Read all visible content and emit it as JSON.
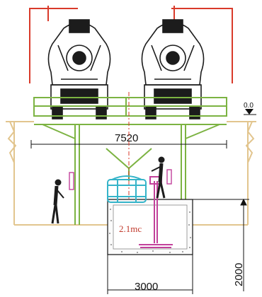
{
  "dimensions": {
    "ground_width": "7520",
    "pit_width": "3000",
    "pit_depth": "2000"
  },
  "level_marker": "0.0",
  "pit_annotation": "2.1mc",
  "colors": {
    "frame_red": "#d93a2a",
    "platform_green": "#7cb342",
    "mixer_black": "#1c1c1c",
    "ground_tan": "#e2c58e",
    "tank_blue": "#35b4c9",
    "mixer_magenta": "#c2419b",
    "dimension_line": "#111111"
  }
}
